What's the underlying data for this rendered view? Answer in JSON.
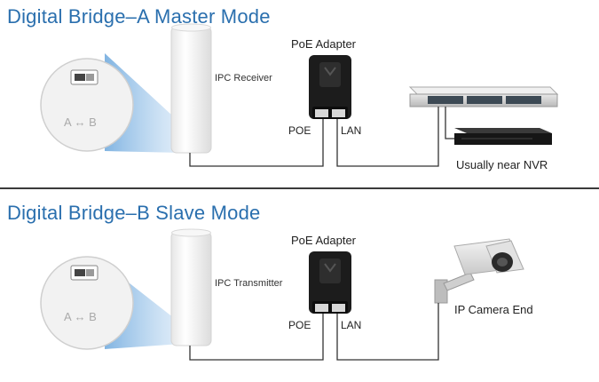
{
  "master": {
    "title": "Digital Bridge–A Master Mode",
    "device_label": "IPC Receiver",
    "adapter_label": "PoE Adapter",
    "poe_port": "POE",
    "lan_port": "LAN",
    "switch_switch_label": "A ↔ B",
    "nvr_label": "Usually near NVR"
  },
  "slave": {
    "title": "Digital Bridge–B Slave Mode",
    "device_label": "IPC Transmitter",
    "adapter_label": "PoE Adapter",
    "poe_port": "POE",
    "lan_port": "LAN",
    "switch_switch_label": "A ↔ B",
    "camera_label": "IP Camera End"
  },
  "colors": {
    "title": "#2a6fae",
    "highlight": "#7ab0e0",
    "cable": "#333333"
  }
}
